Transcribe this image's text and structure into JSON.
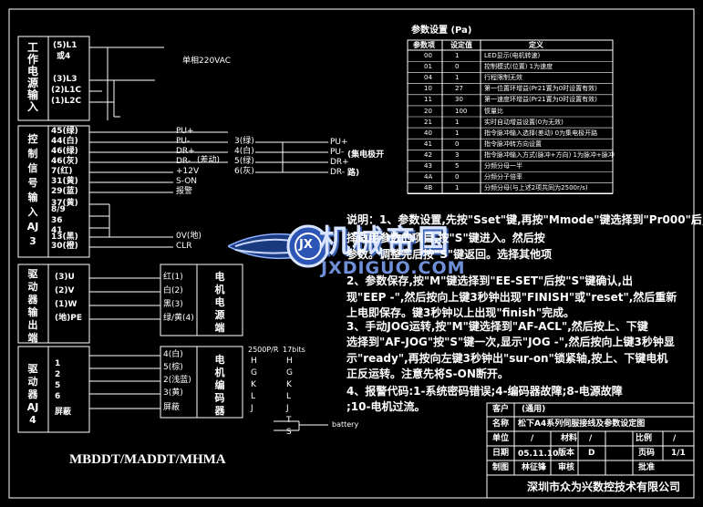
{
  "power_block": {
    "title": "工作电源输入",
    "pins": [
      "(5)L1",
      "或4",
      "(3)L3",
      "(2)L1C",
      "(1)L2C"
    ],
    "supply_label": "单相220VAC"
  },
  "control_block": {
    "title": "控制信号输入AJ3",
    "pins": [
      "45(绿)",
      "44(白)",
      "46(绿)",
      "46(灰)",
      "7(红)",
      "31(黄)",
      "29(蓝)",
      "37(黄)",
      "8/9",
      "36",
      "41",
      "13(黑)",
      "30(橙)"
    ],
    "signals": [
      "PU+",
      "PU-",
      "DR+",
      "DR-",
      "+12V",
      "S-ON",
      "报警",
      "0V(地)",
      "CLR"
    ],
    "diff_label": "(差动)",
    "diff_pins": [
      "3(绿)",
      "4(白)",
      "5(绿)",
      "6(灰)"
    ],
    "oc_signals": [
      "PU+",
      "PU-",
      "DR+",
      "DR-"
    ],
    "oc_label": "(集电极开路)"
  },
  "driver_out_block": {
    "title": "驱动器输出端",
    "pins": [
      "(3)U",
      "(2)V",
      "(1)W",
      "(地)PE"
    ],
    "motor_pins": [
      "红(1)",
      "白(2)",
      "黑(3)",
      "绿/黄(4)"
    ],
    "motor_title": "电机电源端"
  },
  "encoder_block": {
    "title": "驱动器AJ4",
    "pins": [
      "1",
      "2",
      "5",
      "6",
      "屏蔽"
    ],
    "enc_pins": [
      "4(白)",
      "5(棕)",
      "2(浅蓝)",
      "3(黄)",
      "屏蔽"
    ],
    "enc_title": "电机编码器",
    "col1_head": "2500P/R",
    "col1": [
      "H",
      "G",
      "K",
      "L",
      "J"
    ],
    "col2_head": "17bits",
    "col2": [
      "H",
      "G",
      "K",
      "L",
      "J",
      "T",
      "S"
    ],
    "battery": "battery"
  },
  "model_label": "MBDDT/MADDT/MHMA",
  "param_table": {
    "title": "参数设置 (Pa)",
    "headers": [
      "参数项",
      "设定值",
      "定义"
    ],
    "rows": [
      [
        "00",
        "1",
        "LED显示(电机转速)"
      ],
      [
        "01",
        "0",
        "控制模式(位置) 1为速度"
      ],
      [
        "04",
        "1",
        "行程限制无效"
      ],
      [
        "10",
        "27",
        "第一位置环增益(Pr21置为0时设置有效)"
      ],
      [
        "11",
        "30",
        "第一速度环增益(Pr21置为0时设置有效)"
      ],
      [
        "20",
        "100",
        "惯量比"
      ],
      [
        "21",
        "1",
        "实时自动增益设置(0为无效)"
      ],
      [
        "40",
        "1",
        "指令脉冲输入选择(差动) 0为集电极开路"
      ],
      [
        "41",
        "0",
        "指令脉冲转方向设置"
      ],
      [
        "42",
        "3",
        "指令脉冲输入方式(脉冲+方向) 1为脉冲+脉冲"
      ],
      [
        "43",
        "5",
        "分频分母一半"
      ],
      [
        "4A",
        "0",
        "分频分子倍率"
      ],
      [
        "4B",
        "1",
        "分频分母(与上述2项共同为2500r/s)"
      ]
    ]
  },
  "notes": [
    "说明：1、参数设置,先按\"Sset\"键,再按\"Mmode\"键选择到\"Pr000\"后,",
    "                    择适用参数的项目,按\"S\"键进入。然后按",
    "                    参数。调整完后按\"S\"键返回。选择其他项",
    "        2、参数保存,按\"M\"键选择到\"EE-SET\"后按\"S\"键确认,出",
    "现\"EEP  -\",然后按向上键3秒钟出现\"FINISH\"或\"reset\",然后重新",
    "上电即保存。键3秒钟以上出现\"finish\"完成。",
    "        3、手动JOG运转,按\"M\"键选择到\"AF-ACL\",然后按上、下键",
    "选择到\"AF-JOG\"按\"S\"键一次,显示\"JOG  -\",然后按向上键3秒钟显",
    "示\"ready\",再按向左键3秒钟出\"sur-on\"锁紧轴,按上、下键电机",
    "正反运转。注意先将S-ON断开。",
    "        4、报警代码:1-系统密码错误;4-编码器故障;8-电源故障",
    ";10-电机过流。"
  ],
  "watermark": {
    "cn": "机械帝国",
    "en": "JXDIGUO.COM",
    "badge": "JX"
  },
  "title_block": {
    "client_label": "客户",
    "client_value": "(通用)",
    "name_label": "名称",
    "name_value": "松下A4系列伺服接线及参数设定图",
    "unit_label": "单位",
    "unit_value": "/",
    "material_label": "材料",
    "material_value": "/",
    "ratio_label": "比例",
    "ratio_value": "/",
    "date_label": "日期",
    "date_value": "05.11.10",
    "version_label": "版本",
    "version_value": "D",
    "page_label": "页码",
    "page_value": "1/1",
    "drawn_label": "制图",
    "drawn_value": "林征锋",
    "review_label": "审核",
    "approve_label": "批准",
    "company": "深圳市众为兴数控技术有限公司"
  }
}
